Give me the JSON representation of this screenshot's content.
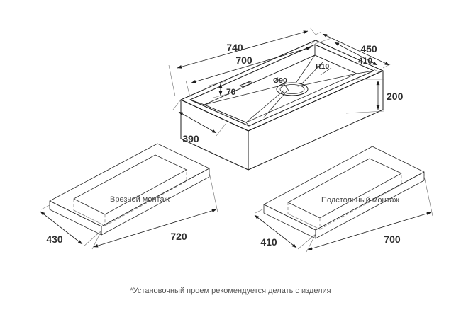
{
  "sheet": {
    "background_color": "#ffffff",
    "line_color": "#1c1c1c",
    "text_color": "#2e2e2e",
    "frame_fill_color": "#f4f4f4"
  },
  "sink_view": {
    "title": "",
    "dimensions": {
      "overall_width": "740",
      "bowl_width": "700",
      "overall_depth": "450",
      "bowl_depth": "410",
      "bowl_height": "200",
      "rim_ledge": "70",
      "side_depth": "390",
      "corner_radius": "R10",
      "drain_diameter": "Ø90"
    }
  },
  "mounts": [
    {
      "id": "flush-mount",
      "label": "Врезной монтаж",
      "cutout_depth": "430",
      "cutout_width": "720"
    },
    {
      "id": "undermount",
      "label": "Подстольный монтаж",
      "cutout_depth": "410",
      "cutout_width": "700"
    }
  ],
  "footnote": {
    "text": "*Установочный проем рекомендуется делать с изделия"
  }
}
